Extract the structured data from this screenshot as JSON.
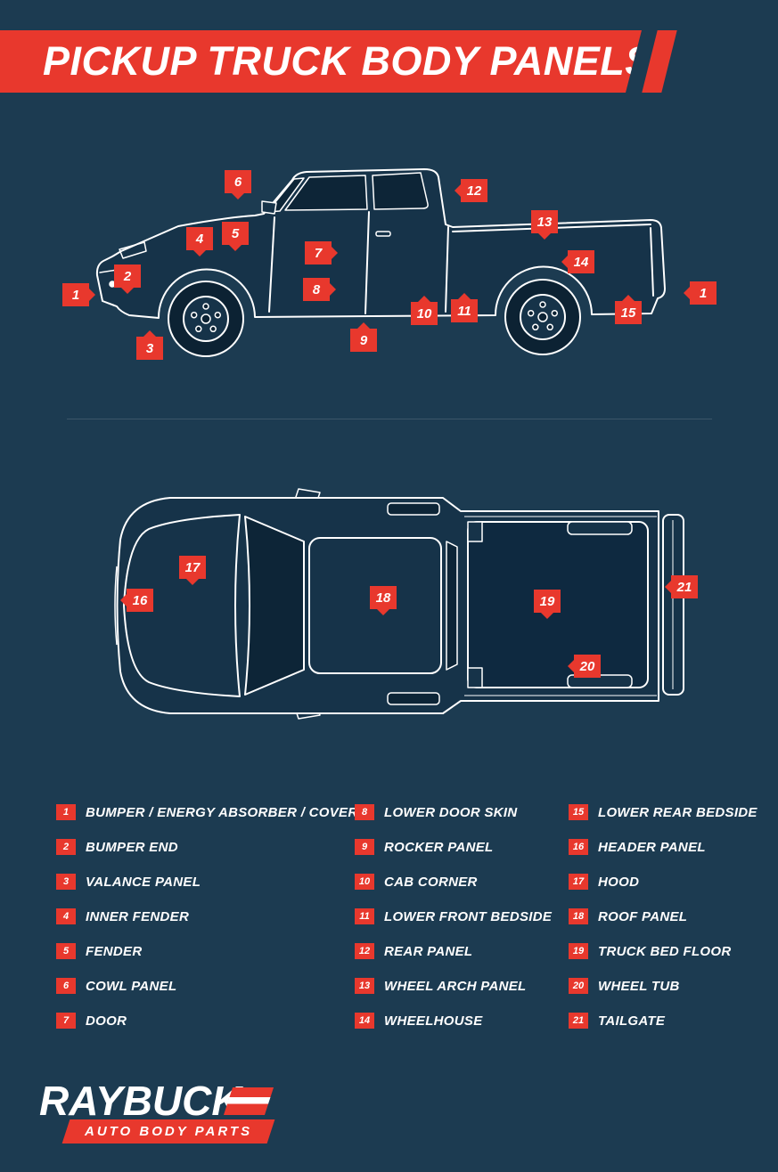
{
  "header": {
    "title": "PICKUP TRUCK BODY PANELS"
  },
  "side_markers": [
    "6",
    "12",
    "13",
    "4",
    "5",
    "7",
    "14",
    "2",
    "8",
    "1",
    "1",
    "10",
    "11",
    "15",
    "3",
    "9"
  ],
  "top_markers": [
    "17",
    "16",
    "18",
    "19",
    "21",
    "20"
  ],
  "legend": {
    "columns": [
      {
        "items": [
          {
            "num": "1",
            "label": "BUMPER / ENERGY ABSORBER / COVER"
          },
          {
            "num": "2",
            "label": "BUMPER END"
          },
          {
            "num": "3",
            "label": "VALANCE PANEL"
          },
          {
            "num": "4",
            "label": "INNER FENDER"
          },
          {
            "num": "5",
            "label": "FENDER"
          },
          {
            "num": "6",
            "label": "COWL PANEL"
          },
          {
            "num": "7",
            "label": "DOOR"
          }
        ]
      },
      {
        "items": [
          {
            "num": "8",
            "label": "LOWER DOOR SKIN"
          },
          {
            "num": "9",
            "label": "ROCKER PANEL"
          },
          {
            "num": "10",
            "label": "CAB CORNER"
          },
          {
            "num": "11",
            "label": "LOWER FRONT BEDSIDE"
          },
          {
            "num": "12",
            "label": "REAR PANEL"
          },
          {
            "num": "13",
            "label": "WHEEL ARCH PANEL"
          },
          {
            "num": "14",
            "label": "WHEELHOUSE"
          }
        ]
      },
      {
        "items": [
          {
            "num": "15",
            "label": "LOWER REAR BEDSIDE"
          },
          {
            "num": "16",
            "label": "HEADER PANEL"
          },
          {
            "num": "17",
            "label": "HOOD"
          },
          {
            "num": "18",
            "label": "ROOF PANEL"
          },
          {
            "num": "19",
            "label": "TRUCK BED FLOOR"
          },
          {
            "num": "20",
            "label": "WHEEL TUB"
          },
          {
            "num": "21",
            "label": "TAILGATE"
          }
        ]
      }
    ]
  },
  "logo": {
    "brand": "RAYBUCK",
    "tagline": "AUTO BODY PARTS"
  },
  "colors": {
    "background": "#1c3b51",
    "accent_red": "#e8382d",
    "line": "#ffffff"
  }
}
